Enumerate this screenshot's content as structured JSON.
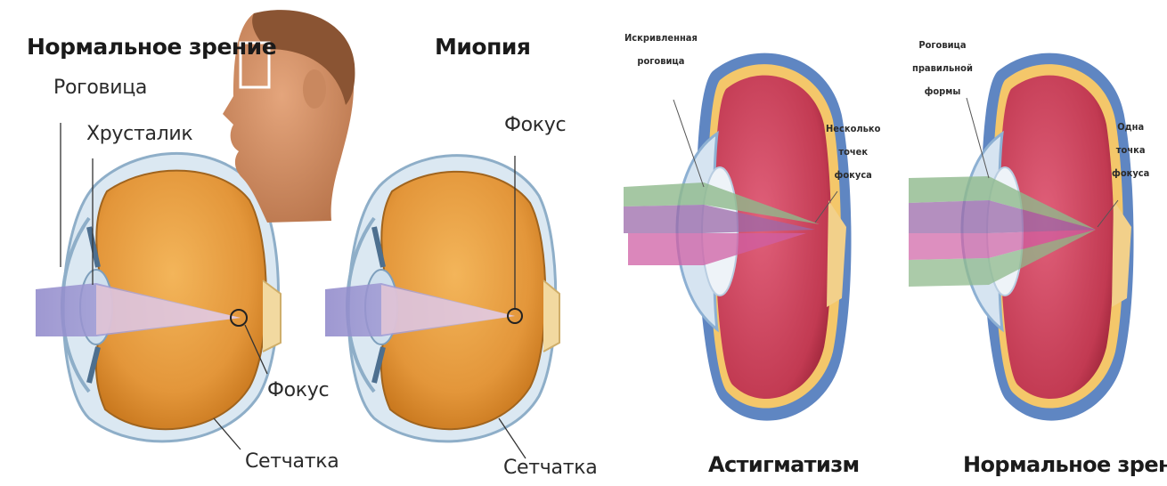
{
  "left_panel": {
    "title_normal": "Нормальное зрение",
    "title_myopia": "Миопия",
    "label_cornea": "Роговица",
    "label_lens": "Хрусталик",
    "label_focus_normal": "Фокус",
    "label_retina_normal": "Сетчатка",
    "label_focus_myopia": "Фокус",
    "label_retina_myopia": "Сетчатка"
  },
  "right_panel": {
    "label_curved_cornea": "Искривленная\nроговица",
    "label_several_points": "Несколько\nточек\nфокуса",
    "label_regular_cornea": "Роговица\nправильной\nформы",
    "label_one_point": "Одна\nточка\nфокуса",
    "title_astigmatism": "Астигматизм",
    "title_normal": "Нормальное зрение"
  },
  "colors": {
    "vitreous": "#e39a3c",
    "sclera_red": "#c0394d",
    "beam_purple": "#b6a6d6",
    "beam_green": "#8fb98c",
    "beam_pink": "#cf5fa4"
  }
}
